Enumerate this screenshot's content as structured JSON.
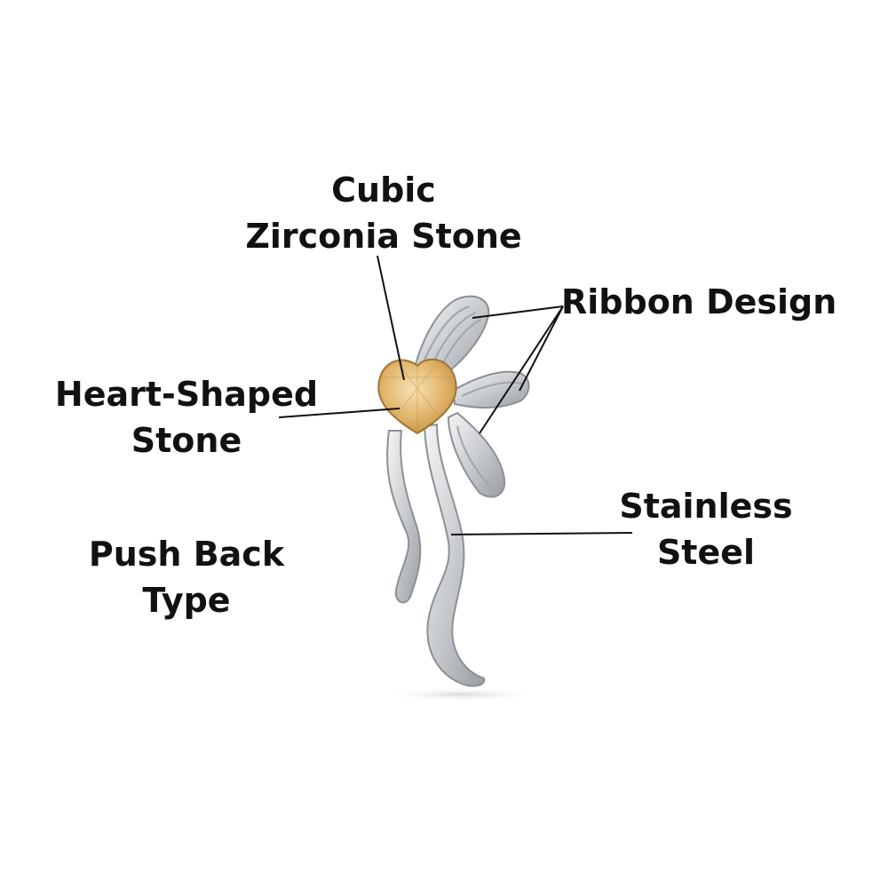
{
  "labels": {
    "cubic_zirconia": {
      "line1": "Cubic",
      "line2": "Zirconia Stone"
    },
    "ribbon_design": "Ribbon Design",
    "heart_shaped": {
      "line1": "Heart-Shaped",
      "line2": "Stone"
    },
    "stainless_steel": {
      "line1": "Stainless",
      "line2": "Steel"
    },
    "push_back": {
      "line1": "Push Back",
      "line2": "Type"
    }
  },
  "colors": {
    "background": "#ffffff",
    "text": "#111111",
    "metal": "#d9dbde",
    "metal_dark": "#8d9096",
    "stone": "#e0b46a",
    "stone_light": "#f3d9a3",
    "leader_line": "#111111"
  }
}
